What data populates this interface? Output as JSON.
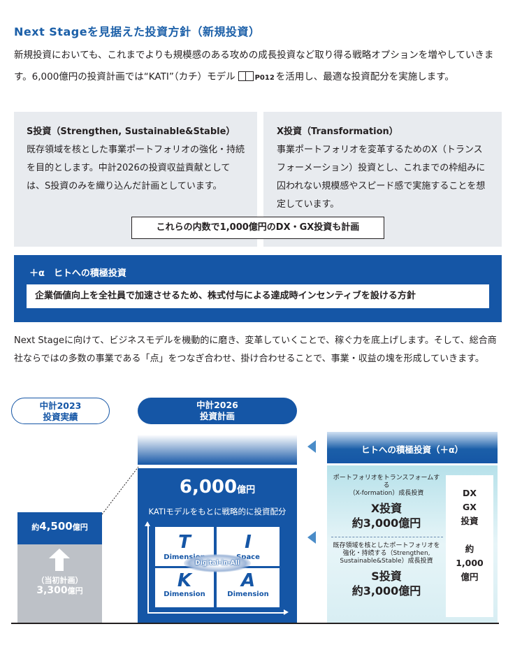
{
  "title": "Next Stageを見据えた投資方針（新規投資）",
  "intro": {
    "text_before": "新規投資においても、これまでよりも規模感のある攻めの成長投資など取り得る戦略オプションを増やしていきます。6,000億円の投資計画では“KATI”（カチ）モデル",
    "page_ref": "P012",
    "text_after": "を活用し、最適な投資配分を実施します。"
  },
  "s_card": {
    "heading": "S投資（Strengthen, Sustainable&Stable）",
    "body": "既存領域を核とした事業ポートフォリオの強化・持続を目的とします。中計2026の投資収益貢献としては、S投資のみを織り込んだ計画としています。"
  },
  "x_card": {
    "heading": "X投資（Transformation）",
    "body": "事業ポートフォリオを変革するためのX（トランスフォーメーション）投資とし、これまでの枠組みに囚われない規模感やスピード感で実施することを想定しています。"
  },
  "dxgx_note": "これらの内数で1,000億円のDX・GX投資も計画",
  "plus_alpha": {
    "label": "＋α　ヒトへの積極投資",
    "body": "企業価値向上を全社員で加速させるため、株式付与による達成時インセンティブを設ける方針"
  },
  "para2": "Next Stageに向けて、ビジネスモデルを機動的に磨き、変革していくことで、稼ぐ力を底上げします。そして、総合商社ならではの多数の事業である「点」をつなぎ合わせ、掛け合わせることで、事業・収益の塊を形成していきます。",
  "diagram": {
    "pill_left": [
      "中計2023",
      "投資実績"
    ],
    "pill_center": [
      "中計2026",
      "投資計画"
    ],
    "actual": {
      "prefix": "約",
      "value": "4,500",
      "unit": "億円"
    },
    "initial": {
      "note": "（当初計画）",
      "value": "3,300",
      "unit": "億円"
    },
    "plan": {
      "value": "6,000",
      "unit": "億円",
      "subtitle": "KATIモデルをもとに戦略的に投資配分"
    },
    "kati": [
      {
        "letter": "T",
        "word": "Dimension"
      },
      {
        "letter": "I",
        "word": "Space"
      },
      {
        "letter": "K",
        "word": "Dimension"
      },
      {
        "letter": "A",
        "word": "Dimension"
      }
    ],
    "kati_center": "Digital-in-All",
    "plus_head": "ヒトへの積極投資（＋α）",
    "x_block": {
      "caption": [
        "ポートフォリオをトランスフォームする",
        "（X-formation）成長投資"
      ],
      "heading": "X投資",
      "value": "約3,000億円"
    },
    "s_block": {
      "caption": [
        "既存領域を核としたポートフォリオを",
        "強化・持続する（Strengthen,",
        "Sustainable&Stable）成長投資"
      ],
      "heading": "S投資",
      "value": "約3,000億円"
    },
    "dxgx_side": [
      "DX",
      "GX",
      "投資",
      "",
      "約",
      "1,000",
      "億円"
    ]
  }
}
